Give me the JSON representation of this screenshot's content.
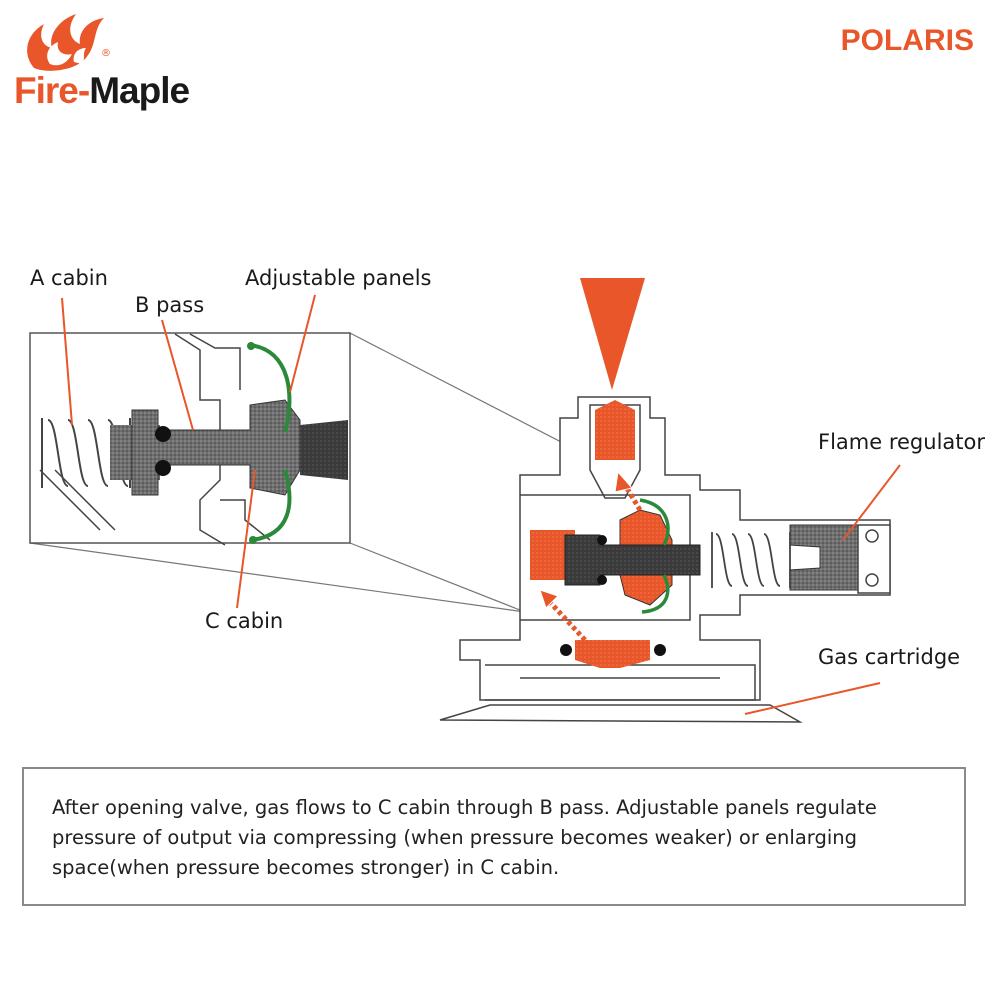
{
  "brand": {
    "name_part1": "Fire-",
    "name_part2": "Maple",
    "registered_mark": "®",
    "product": "POLARIS",
    "accent_color": "#e8562a"
  },
  "labels": {
    "a_cabin": "A cabin",
    "b_pass": "B pass",
    "adjustable_panels": "Adjustable panels",
    "c_cabin": "C cabin",
    "flame_regulator": "Flame regulator",
    "gas_cartridge": "Gas cartridge"
  },
  "description": "After opening valve, gas flows to C cabin through B pass. Adjustable panels regulate pressure of output via compressing (when pressure becomes weaker) or enlarging space(when pressure becomes stronger) in C cabin."
}
